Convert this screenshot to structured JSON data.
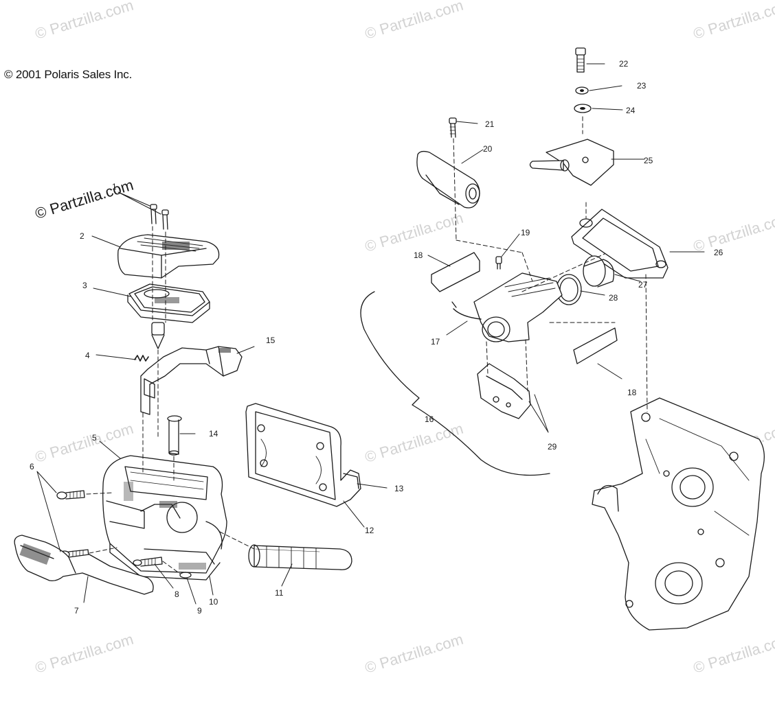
{
  "copyright": "© 2001 Polaris Sales Inc.",
  "watermark": "© Partzilla.com",
  "callouts": {
    "c1": "1",
    "c2": "2",
    "c3": "3",
    "c4": "4",
    "c5": "5",
    "c6": "6",
    "c7": "7",
    "c8": "8",
    "c9": "9",
    "c10": "10",
    "c11": "11",
    "c12": "12",
    "c13": "13",
    "c14": "14",
    "c15": "15",
    "c16": "16",
    "c17": "17",
    "c18a": "18",
    "c18b": "18",
    "c19": "19",
    "c20": "20",
    "c21": "21",
    "c22": "22",
    "c23": "23",
    "c24": "24",
    "c25": "25",
    "c26": "26",
    "c27": "27",
    "c28": "28",
    "c29": "29"
  },
  "colors": {
    "ink": "#1a1a1a",
    "watermark": "#d2d2d2",
    "background": "#ffffff"
  }
}
